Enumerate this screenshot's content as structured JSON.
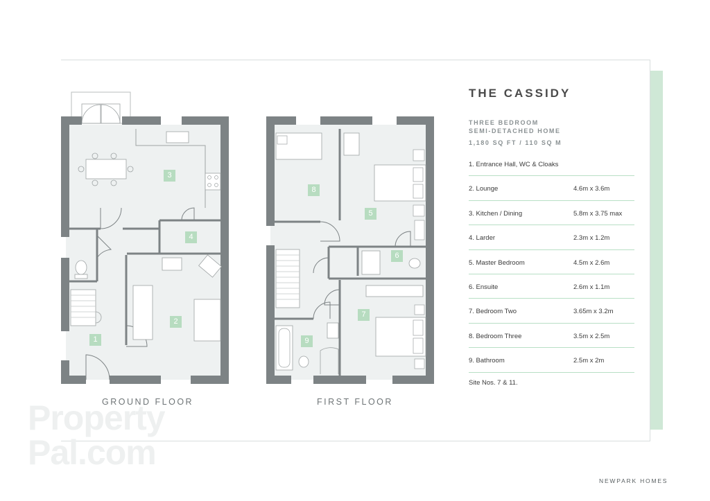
{
  "title": "THE CASSIDY",
  "subtitle_line1": "THREE BEDROOM",
  "subtitle_line2": "SEMI-DETACHED HOME",
  "area": "1,180 SQ FT /  110 SQ M",
  "rooms": [
    {
      "number": "1",
      "name": "1. Entrance Hall, WC & Cloaks",
      "size": ""
    },
    {
      "number": "2",
      "name": "2. Lounge",
      "size": "4.6m x 3.6m"
    },
    {
      "number": "3",
      "name": "3. Kitchen / Dining",
      "size": "5.8m x 3.75 max"
    },
    {
      "number": "4",
      "name": "4. Larder",
      "size": "2.3m x 1.2m"
    },
    {
      "number": "5",
      "name": "5. Master Bedroom",
      "size": "4.5m x 2.6m"
    },
    {
      "number": "6",
      "name": "6. Ensuite",
      "size": "2.6m x 1.1m"
    },
    {
      "number": "7",
      "name": "7. Bedroom Two",
      "size": "3.65m x 3.2m"
    },
    {
      "number": "8",
      "name": "8. Bedroom Three",
      "size": "3.5m x 2.5m"
    },
    {
      "number": "9",
      "name": "9. Bathroom",
      "size": "2.5m x 2m"
    }
  ],
  "site_note": "Site Nos. 7 & 11.",
  "floors": {
    "ground": "GROUND FLOOR",
    "first": "FIRST FLOOR"
  },
  "brand": "NEWPARK HOMES",
  "watermark": {
    "line1": "Property",
    "line2": "Pal.com"
  },
  "colors": {
    "accent_green": "#cfe8d6",
    "room_number_bg": "#b7dcc0",
    "wall": "#7d8385",
    "floor_fill": "#eef1f1",
    "divider": "#b8dfc5"
  }
}
